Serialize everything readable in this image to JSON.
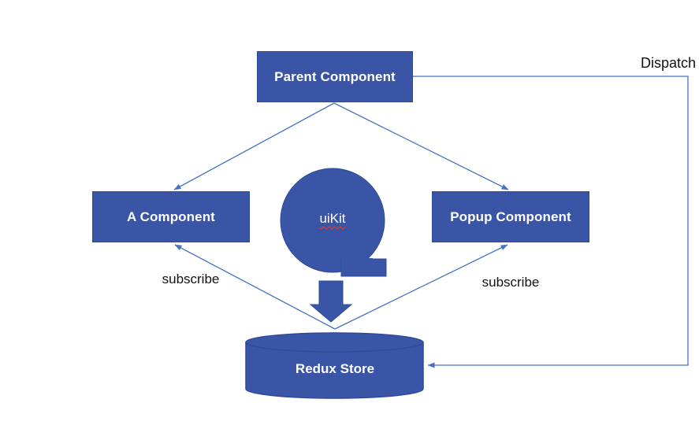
{
  "diagram": {
    "nodes": {
      "parent": {
        "label": "Parent Component",
        "shape": "rectangle"
      },
      "a_component": {
        "label": "A Component",
        "shape": "rectangle"
      },
      "popup": {
        "label": "Popup Component",
        "shape": "rectangle"
      },
      "uikit": {
        "label": "uiKit",
        "shape": "speech-bubble-circle",
        "note": "red spellcheck wavy underline under label"
      },
      "redux_store": {
        "label": "Redux Store",
        "shape": "database-cylinder"
      }
    },
    "edge_labels": {
      "dispatch": "Dispatch",
      "subscribe_left": "subscribe",
      "subscribe_right": "subscribe"
    },
    "edges": [
      {
        "from": "parent",
        "to": "a_component",
        "style": "thin-arrow"
      },
      {
        "from": "parent",
        "to": "popup",
        "style": "thin-arrow"
      },
      {
        "from": "redux_store",
        "to": "a_component",
        "style": "thin-arrow",
        "label": "subscribe"
      },
      {
        "from": "redux_store",
        "to": "popup",
        "style": "thin-arrow",
        "label": "subscribe"
      },
      {
        "from": "parent",
        "to": "redux_store",
        "style": "thin-arrow-elbow",
        "label": "Dispatch"
      },
      {
        "from": "uikit",
        "to": "redux_store",
        "style": "block-arrow"
      }
    ],
    "colors": {
      "node_fill": "#3b55a6",
      "node_border": "#2c4a9e",
      "connector": "#4472c4",
      "node_text": "#ffffff",
      "label_text": "#111111",
      "spellcheck_underline": "#e03b24",
      "background": "#ffffff"
    }
  }
}
